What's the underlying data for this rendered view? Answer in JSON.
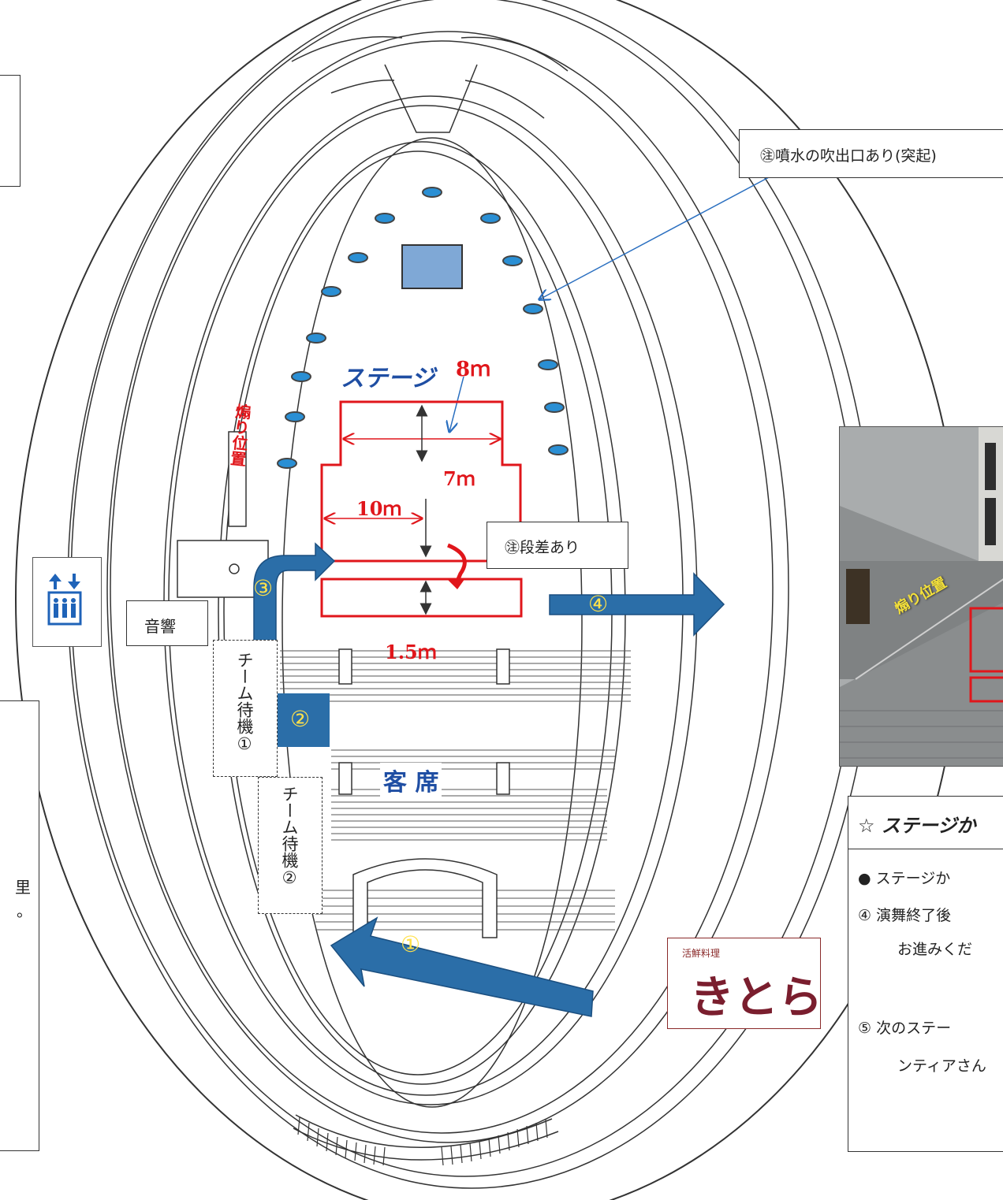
{
  "labels": {
    "stage": "ステージ",
    "stage_top_width": "8ｍ",
    "stage_mid_width": "7ｍ",
    "stage_depth": "10ｍ",
    "front_step": "1.5ｍ",
    "audience": "客 席",
    "sound": "音響",
    "aori": "煽り位置",
    "team_wait_1": "チーム待機①",
    "team_wait_2": "チーム待機②"
  },
  "notes": {
    "fountain": "㊟噴水の吹出口あり(突起)",
    "step": "㊟段差あり"
  },
  "route_markers": {
    "m1": "①",
    "m2": "②",
    "m3": "③",
    "m4": "④"
  },
  "restaurant": {
    "small": "活鮮料理",
    "name": "きとら"
  },
  "photo": {
    "label": "煽り位置"
  },
  "panel": {
    "title": "☆ ステージか",
    "line1": "● ステージか",
    "line2": "④ 演舞終了後",
    "line3": "お進みくだ",
    "line4": "⑤ 次のステー",
    "line5": "ンティアさん"
  },
  "left_margin": {
    "char1": "里",
    "char2": "。"
  },
  "colors": {
    "stage_red": "#e0161b",
    "arrow_blue": "#2b6ea8",
    "text_blue": "#1f4ea3",
    "fountain_blue": "#2a8fd4"
  },
  "icons": {
    "elevator": "elevator-icon"
  }
}
